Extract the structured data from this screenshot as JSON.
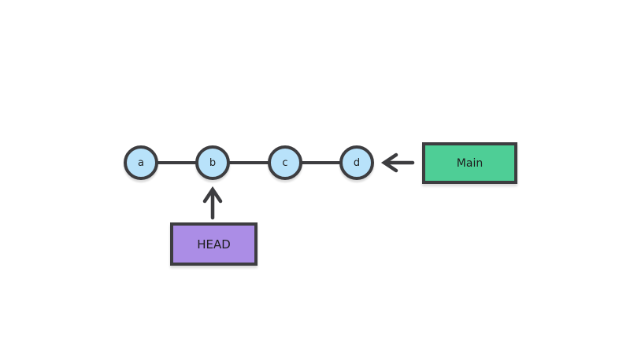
{
  "diagram": {
    "type": "git-commit-graph",
    "nodes": [
      {
        "id": "a",
        "label": "a"
      },
      {
        "id": "b",
        "label": "b"
      },
      {
        "id": "c",
        "label": "c"
      },
      {
        "id": "d",
        "label": "d"
      }
    ],
    "edges": [
      {
        "from": "a",
        "to": "b"
      },
      {
        "from": "b",
        "to": "c"
      },
      {
        "from": "c",
        "to": "d"
      }
    ],
    "branch_label": {
      "text": "Main",
      "points_to": "d",
      "fill": "#4ece96"
    },
    "head_label": {
      "text": "HEAD",
      "points_to": "b",
      "fill": "#ab8de6"
    },
    "colors": {
      "background": "#ffffff",
      "node_fill": "#b8e2fa",
      "stroke": "#3d3d40",
      "text": "#1e1e1e"
    }
  }
}
